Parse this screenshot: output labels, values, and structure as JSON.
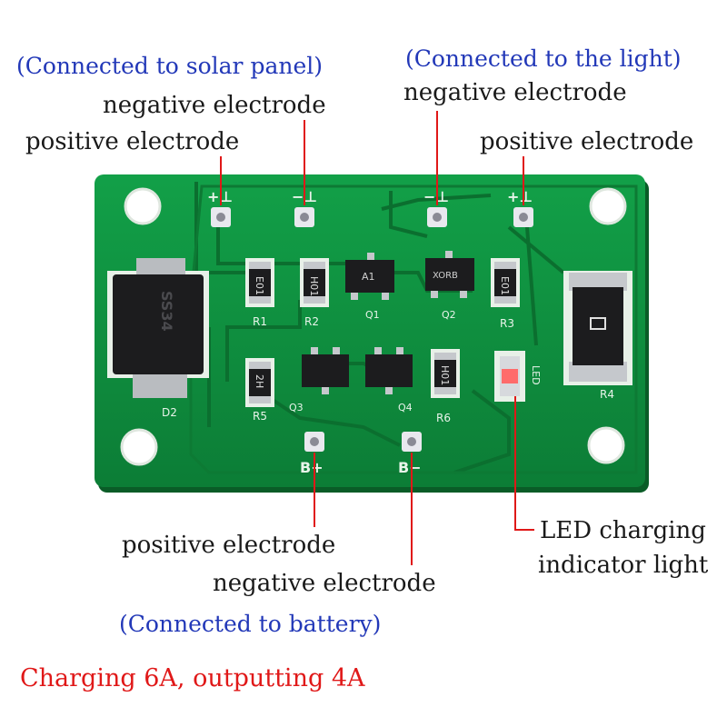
{
  "labels": {
    "solar_panel": "(Connected to solar panel)",
    "light": "(Connected to the light)",
    "battery": "(Connected to battery)",
    "solar_negative": "negative electrode",
    "solar_positive": "positive electrode",
    "light_negative": "negative electrode",
    "light_positive": "positive electrode",
    "battery_positive": "positive electrode",
    "battery_negative": "negative electrode",
    "led_line1": "LED charging",
    "led_line2": "indicator light",
    "spec": "Charging 6A, outputting 4A"
  },
  "board": {
    "silkscreen": {
      "r1": "R1",
      "r2": "R2",
      "r3": "R3",
      "r4": "R4",
      "r5": "R5",
      "r6": "R6",
      "q1": "Q1",
      "q2": "Q2",
      "q3": "Q3",
      "q4": "Q4",
      "d2": "D2",
      "led": "LED",
      "b_plus": "B+",
      "b_minus": "B−",
      "solar_plus": "+⊥",
      "solar_minus": "−⊥",
      "light_minus": "−⊥",
      "light_plus": "+⊥"
    },
    "markings": {
      "diode": "SS34",
      "r1": "E01",
      "r2": "H01",
      "r3": "E01",
      "r5": "2H",
      "r6": "H01",
      "q1": "A1",
      "q2": "XORB"
    }
  },
  "colors": {
    "board": "#0f8a3c",
    "trace": "#0b6f2f",
    "pad": "#cfcfd6",
    "leader": "#e01818",
    "note_blue": "#2238b8",
    "note_red": "#e01818"
  }
}
